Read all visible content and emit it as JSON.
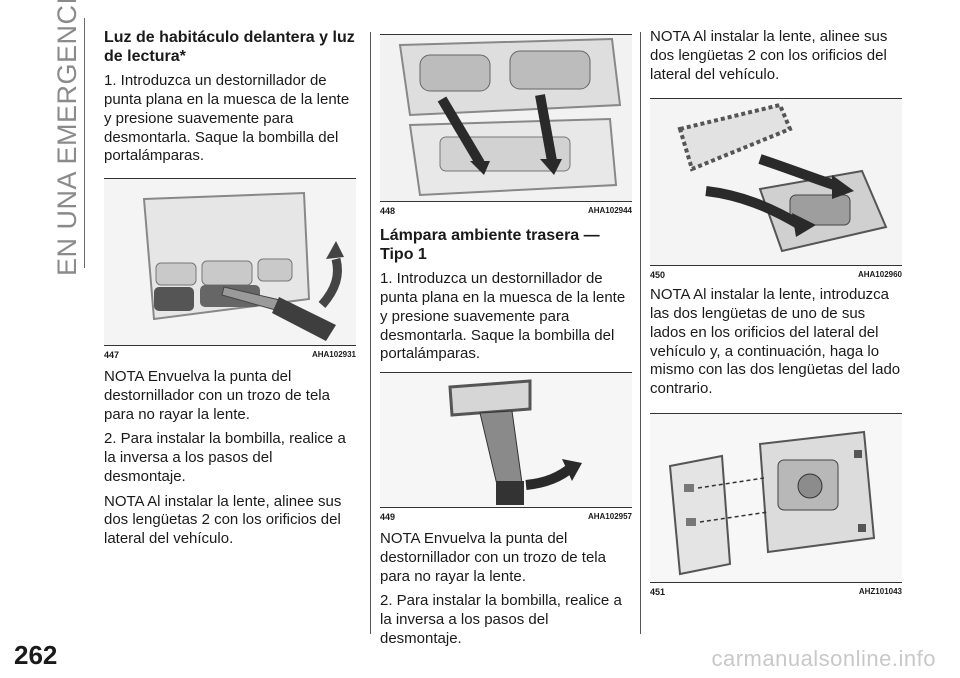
{
  "section_title": "EN UNA EMERGENCIA",
  "page_number": "262",
  "watermark": "carmanualsonline.info",
  "col1": {
    "heading": "Luz de habitáculo delantera y luz de lectura*",
    "p1": "1. Introduzca un destornillador de punta plana en la muesca de la lente y presione suavemente para desmontarla. Saque la bombilla del portalámparas.",
    "fig": {
      "num": "447",
      "code": "AHA102931"
    },
    "p2": "NOTA Envuelva la punta del destornillador con un trozo de tela para no rayar la lente.",
    "p3": "2. Para instalar la bombilla, realice a la inversa a los pasos del desmontaje.",
    "p4": "NOTA Al instalar la lente, alinee sus dos lengüetas 2 con los orificios del lateral del vehículo."
  },
  "col2": {
    "fig1": {
      "num": "448",
      "code": "AHA102944"
    },
    "heading": "Lámpara ambiente trasera — Tipo 1",
    "p1": "1. Introduzca un destornillador de punta plana en la muesca de la lente y presione suavemente para desmontarla. Saque la bombilla del portalámparas.",
    "fig2": {
      "num": "449",
      "code": "AHA102957"
    },
    "p2": "NOTA Envuelva la punta del destornillador con un trozo de tela para no rayar la lente.",
    "p3": "2. Para instalar la bombilla, realice a la inversa a los pasos del desmontaje."
  },
  "col3": {
    "p1": "NOTA Al instalar la lente, alinee sus dos lengüetas 2 con los orificios del lateral del vehículo.",
    "fig1": {
      "num": "450",
      "code": "AHA102960"
    },
    "p2": "NOTA Al instalar la lente, introduzca las dos lengüetas de uno de sus lados en los orificios del lateral del vehículo y, a continuación, haga lo mismo con las dos lengüetas del lado contrario.",
    "fig2": {
      "num": "451",
      "code": "AHZ101043"
    }
  }
}
